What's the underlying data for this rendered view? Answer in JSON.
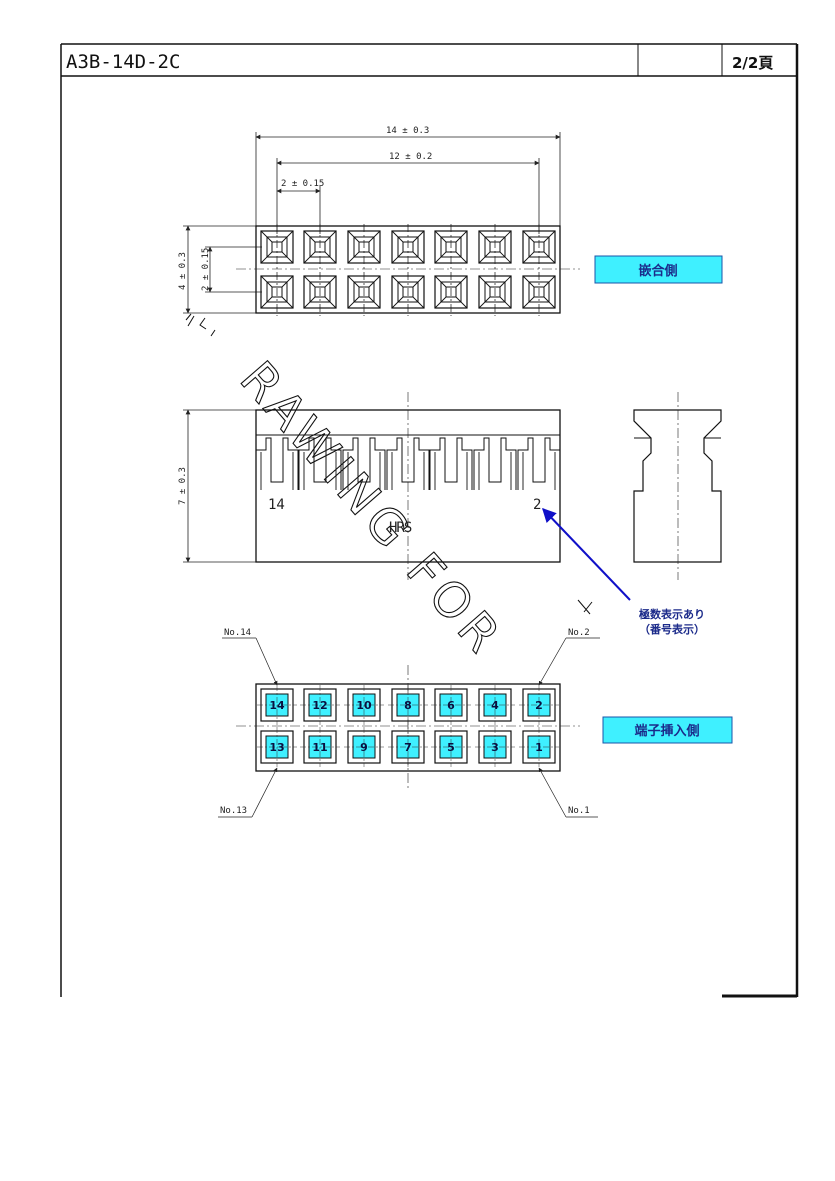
{
  "header": {
    "part_number": "A3B-14D-2C",
    "page": "2/2頁"
  },
  "dimensions": {
    "overall_width": "14 ± 0.3",
    "span_width": "12 ± 0.2",
    "pitch": "2 ± 0.15",
    "overall_depth": "4 ± 0.3",
    "row_pitch": "2 ± 0.15",
    "height": "7 ± 0.3"
  },
  "labels": {
    "mating_side": "嵌合側",
    "insertion_side": "端子挿入側",
    "note_line1": "極数表示あり",
    "note_line2": "（番号表示）"
  },
  "front_view": {
    "left_number": "14",
    "right_number": "2",
    "logo": "HRS"
  },
  "pin_callouts": {
    "top_left": "No.14",
    "top_right": "No.2",
    "bottom_left": "No.13",
    "bottom_right": "No.1"
  },
  "pins": {
    "top_row": [
      "14",
      "12",
      "10",
      "8",
      "6",
      "4",
      "2"
    ],
    "bottom_row": [
      "13",
      "11",
      "9",
      "7",
      "5",
      "3",
      "1"
    ]
  },
  "watermark": "RAWING FOR",
  "colors": {
    "label_fill": "#3ff0ff",
    "label_text": "#1b2a8a",
    "arrow": "#1010c8"
  }
}
